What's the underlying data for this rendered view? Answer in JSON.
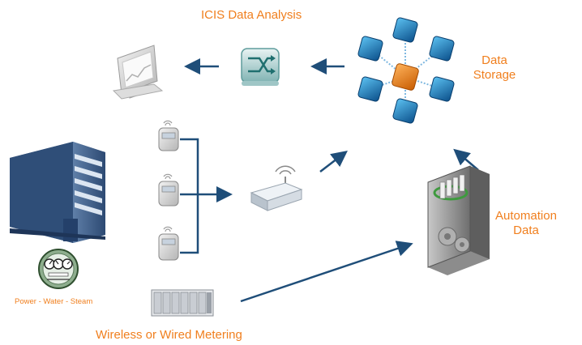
{
  "labels": {
    "data_analysis": "ICIS Data Analysis",
    "data_storage_line1": "Data",
    "data_storage_line2": "Storage",
    "automation_line1": "Automation",
    "automation_line2": "Data",
    "metering": "Wireless or Wired Metering",
    "utilities": "Power - Water - Steam"
  },
  "colors": {
    "label_orange": "#F07F1E",
    "arrow_blue": "#1F4E79",
    "cube_blue": "#1E88C8",
    "cube_orange": "#F08020",
    "router_teal": "#2A8A8A"
  },
  "icons": [
    "computer-monitor-icon",
    "network-switch-icon",
    "data-storage-hub-icon",
    "office-building-icon",
    "utility-meter-icon",
    "wireless-meter-icon",
    "wireless-router-icon",
    "automation-server-icon",
    "plc-controller-icon"
  ]
}
